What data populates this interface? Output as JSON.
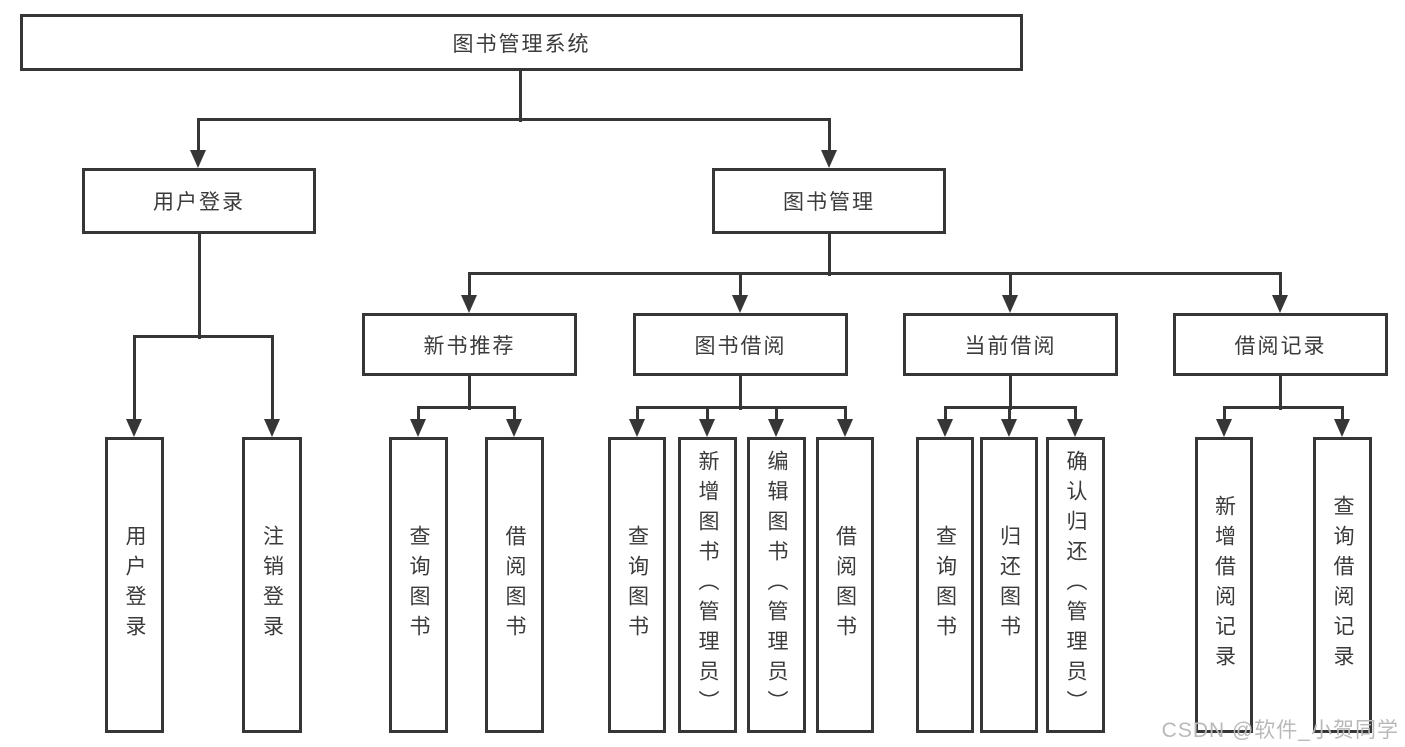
{
  "diagram": {
    "title": "图书管理系统",
    "watermark": "CSDN @软件_小贺同学",
    "colors": {
      "line": "#363636",
      "text": "#3b3b3b",
      "box_background": "#ffffff",
      "watermark": "#b9b9b9",
      "page_background": "#ffffff"
    },
    "nodes": [
      {
        "id": "root",
        "label": "图书管理系统",
        "level": 1,
        "parent": null
      },
      {
        "id": "user-login",
        "label": "用户登录",
        "level": 2,
        "parent": "root"
      },
      {
        "id": "book-mgmt",
        "label": "图书管理",
        "level": 2,
        "parent": "root"
      },
      {
        "id": "new-book-rec",
        "label": "新书推荐",
        "level": 3,
        "parent": "book-mgmt"
      },
      {
        "id": "book-borrow",
        "label": "图书借阅",
        "level": 3,
        "parent": "book-mgmt"
      },
      {
        "id": "current-borrow",
        "label": "当前借阅",
        "level": 3,
        "parent": "book-mgmt"
      },
      {
        "id": "borrow-records",
        "label": "借阅记录",
        "level": 3,
        "parent": "book-mgmt"
      },
      {
        "id": "leaf-user-login",
        "label": "用户登录",
        "level": 4,
        "parent": "user-login"
      },
      {
        "id": "leaf-logout",
        "label": "注销登录",
        "level": 4,
        "parent": "user-login"
      },
      {
        "id": "leaf-query-book-1",
        "label": "查询图书",
        "level": 4,
        "parent": "new-book-rec"
      },
      {
        "id": "leaf-borrow-book-1",
        "label": "借阅图书",
        "level": 4,
        "parent": "new-book-rec"
      },
      {
        "id": "leaf-query-book-2",
        "label": "查询图书",
        "level": 4,
        "parent": "book-borrow"
      },
      {
        "id": "leaf-add-book",
        "label": "新增图书（管理员）",
        "level": 4,
        "parent": "book-borrow"
      },
      {
        "id": "leaf-edit-book",
        "label": "编辑图书（管理员）",
        "level": 4,
        "parent": "book-borrow"
      },
      {
        "id": "leaf-borrow-book-2",
        "label": "借阅图书",
        "level": 4,
        "parent": "book-borrow"
      },
      {
        "id": "leaf-query-book-3",
        "label": "查询图书",
        "level": 4,
        "parent": "current-borrow"
      },
      {
        "id": "leaf-return-book",
        "label": "归还图书",
        "level": 4,
        "parent": "current-borrow"
      },
      {
        "id": "leaf-confirm-return",
        "label": "确认归还（管理员）",
        "level": 4,
        "parent": "current-borrow"
      },
      {
        "id": "leaf-add-borrow-record",
        "label": "新增借阅记录",
        "level": 4,
        "parent": "borrow-records"
      },
      {
        "id": "leaf-query-borrow-record",
        "label": "查询借阅记录",
        "level": 4,
        "parent": "borrow-records"
      }
    ]
  }
}
